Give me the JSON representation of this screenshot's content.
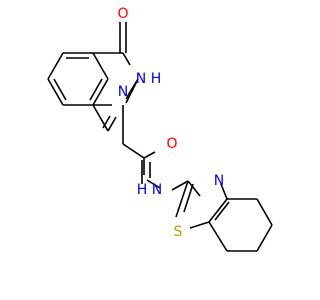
{
  "molecule": {
    "colors": {
      "bond": "#000000",
      "oxygen": "#ff0000",
      "nitrogen": "#0000ff",
      "sulfur": "#b8a000",
      "carbon": "#000000"
    },
    "labels": {
      "o_top": "O",
      "nh_ring": "N",
      "h_ring": "H",
      "n_ring": "N",
      "o_amide": "O",
      "n_amide": "N",
      "h_amide": "H",
      "n_thiazole": "N",
      "s_thiazole": "S"
    }
  }
}
